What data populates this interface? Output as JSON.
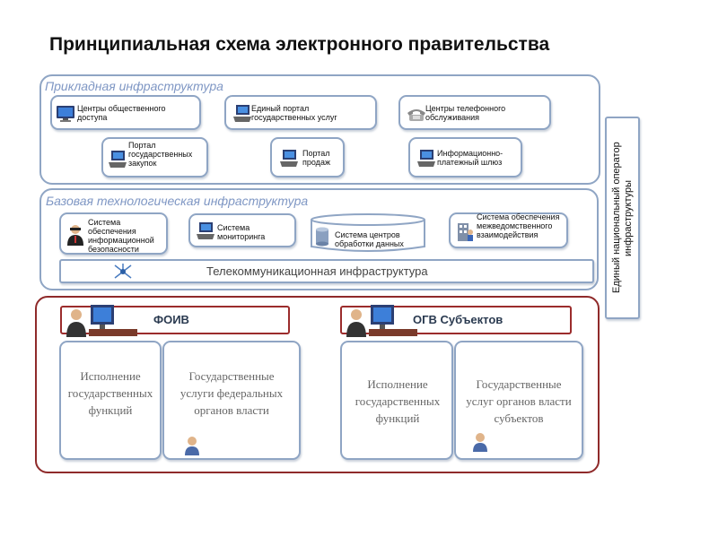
{
  "title": "Принципиальная схема электронного правительства",
  "applied": {
    "label": "Прикладная инфраструктура",
    "boxes": [
      {
        "text": "Центры общественного доступа"
      },
      {
        "text": "Единый портал государственных услуг"
      },
      {
        "text": "Центры телефонного обслуживания"
      },
      {
        "text": "Портал государственных закупок"
      },
      {
        "text": "Портал продаж"
      },
      {
        "text": "Информационно-платежный шлюз"
      }
    ]
  },
  "base": {
    "label": "Базовая технологическая инфраструктура",
    "boxes": [
      {
        "text": "Система обеспечения информационной безопасности"
      },
      {
        "text": "Система мониторинга"
      },
      {
        "text": "Система центров обработки данных"
      },
      {
        "text": "Система обеспечения межведомственного взаимодействия"
      }
    ],
    "telecom": "Телекоммуникационная инфраструктура"
  },
  "operator": "Единый национальный оператор инфраструктуры",
  "foiv": {
    "label": "ФОИВ",
    "left": "Исполнение государственных функций",
    "right": "Государственные услуги федеральных органов власти"
  },
  "ogv": {
    "label": "ОГВ Субъектов",
    "left": "Исполнение государственных функций",
    "right": "Государственные услуг органов власти субъектов"
  },
  "colors": {
    "panel_border": "#8fa5c4",
    "label_blue": "#7f97c4",
    "red_border": "#9b2c2c"
  }
}
